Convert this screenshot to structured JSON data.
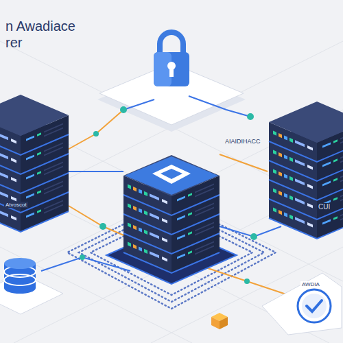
{
  "diagram": {
    "title": "n Awadiace rer",
    "labels": [
      "AIAIDIHACC",
      "Atvoscot",
      "CUI",
      "AWDIA"
    ]
  }
}
